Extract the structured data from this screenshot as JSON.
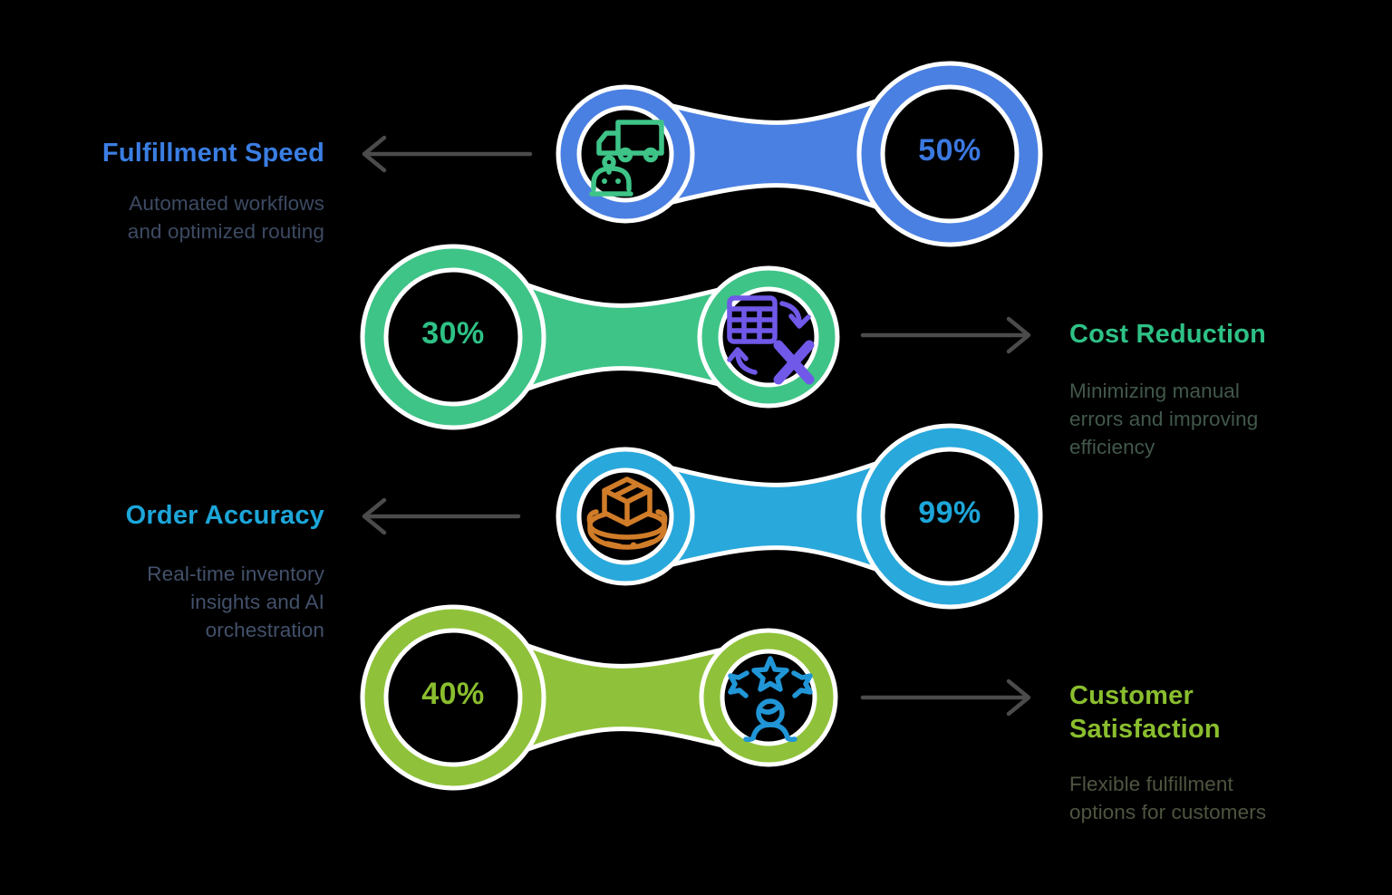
{
  "background": "#000000",
  "arrow_color": "#4b4b4b",
  "rows": [
    {
      "id": "fulfillment-speed",
      "side": "left",
      "title": "Fulfillment Speed",
      "title_color": "#3a7ee3",
      "desc_lines": [
        "Automated workflows",
        "and optimized routing"
      ],
      "desc_color": "#3d4a63",
      "value": "50%",
      "value_color": "#3b78e0",
      "accent": "#4a80e2",
      "icon": "robot-delivery-truck-icon",
      "icon_color": "#3ec487"
    },
    {
      "id": "cost-reduction",
      "side": "right",
      "title": "Cost Reduction",
      "title_color": "#2ec186",
      "desc_lines": [
        "Minimizing manual",
        "errors and improving",
        "efficiency"
      ],
      "desc_color": "#42584b",
      "value": "30%",
      "value_color": "#2ec186",
      "accent": "#3ec487",
      "icon": "spreadsheet-sync-icon",
      "icon_color": "#7058e8"
    },
    {
      "id": "order-accuracy",
      "side": "left",
      "title": "Order Accuracy",
      "title_color": "#1ca6d9",
      "desc_lines": [
        "Real-time inventory",
        "insights and AI",
        "orchestration"
      ],
      "desc_color": "#43516b",
      "value": "99%",
      "value_color": "#1ca6d9",
      "accent": "#29a8db",
      "icon": "package-scanner-icon",
      "icon_color": "#d07c28"
    },
    {
      "id": "customer-satisfaction",
      "side": "right",
      "title": "Customer Satisfaction",
      "title_lines": [
        "Customer",
        "Satisfaction"
      ],
      "title_color": "#8abe2e",
      "desc_lines": [
        "Flexible fulfillment",
        "options for customers"
      ],
      "desc_color": "#4e5540",
      "value": "40%",
      "value_color": "#8abe2e",
      "accent": "#8fc23a",
      "icon": "customer-rating-icon",
      "icon_color": "#2196d6"
    }
  ]
}
